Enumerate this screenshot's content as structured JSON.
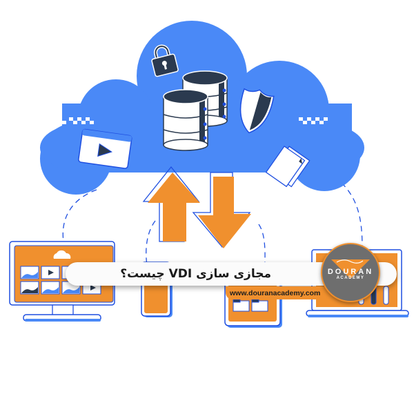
{
  "banner": {
    "title": "مجازی سازی VDI  چیست؟",
    "url": "www.douranacademy.com"
  },
  "logo": {
    "main": "DOURAN",
    "sub": "ACADEMY"
  },
  "colors": {
    "cloud_blue": "#4a89f7",
    "accent_orange": "#f0902e",
    "dark_navy": "#2b3a4f",
    "line_blue": "#1f4fe0",
    "logo_gray": "#6e6e6e"
  },
  "illustration": {
    "cloud_icons": [
      "lock-icon",
      "database-icon",
      "shield-icon",
      "video-player-icon",
      "file-icon"
    ],
    "devices": [
      "desktop-monitor",
      "smartphone",
      "tablet",
      "laptop"
    ],
    "arrows": [
      "upload-arrow",
      "download-arrow"
    ]
  }
}
